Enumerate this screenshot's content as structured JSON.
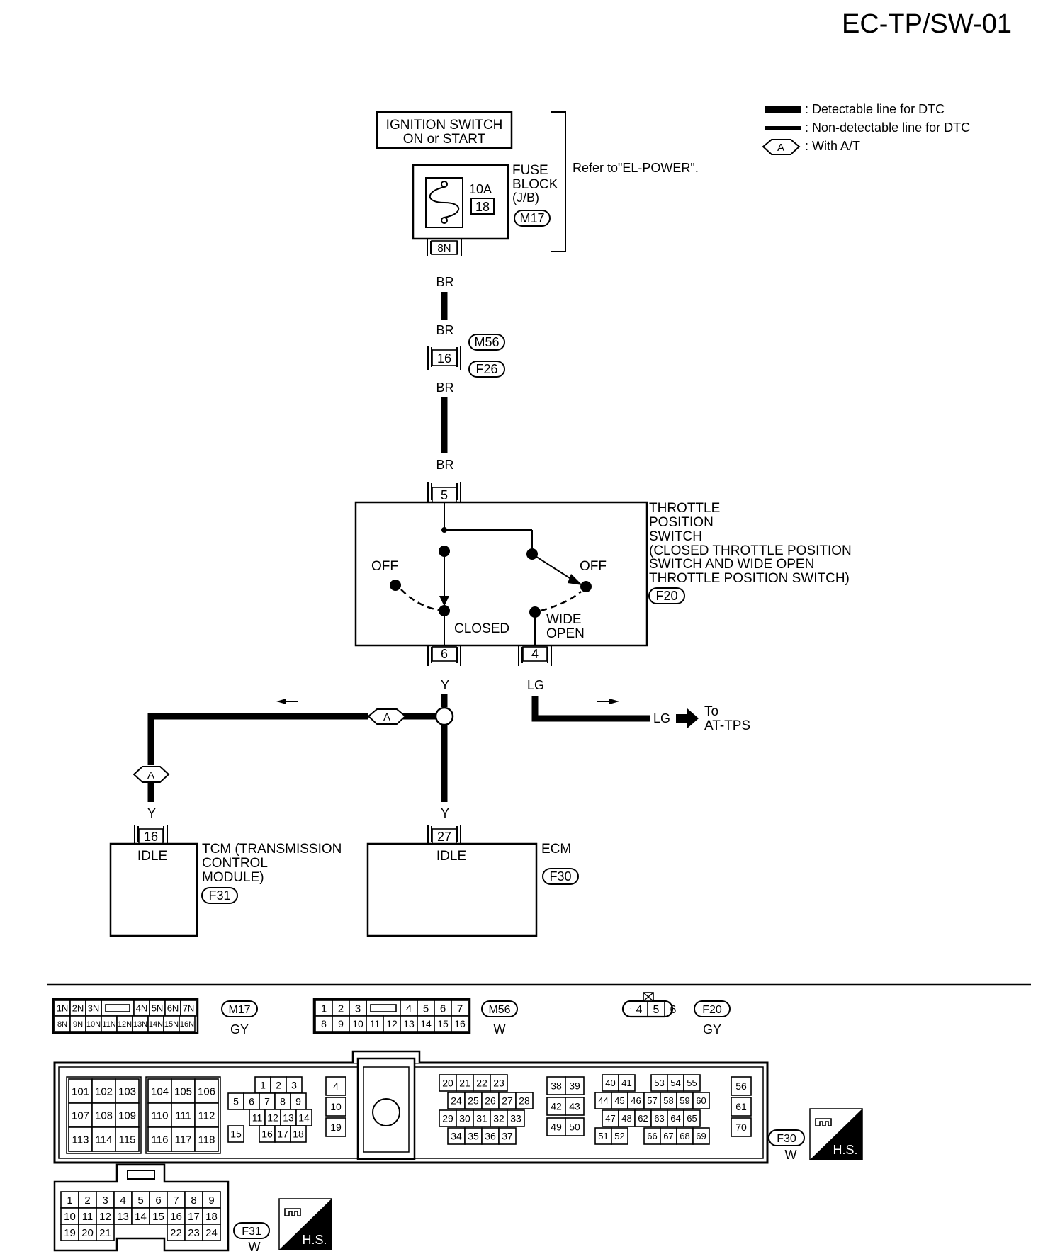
{
  "page_code": "EC-TP/SW-01",
  "legend": {
    "detectable": ": Detectable line for DTC",
    "non_detectable": ": Non-detectable line for DTC",
    "with_at_symbol": "A",
    "with_at": ": With A/T"
  },
  "ignition": {
    "line1": "IGNITION SWITCH",
    "line2": "ON or START"
  },
  "fuse": {
    "amp": "10A",
    "number": "18",
    "label1": "FUSE",
    "label2": "BLOCK",
    "label3": "(J/B)",
    "connector": "M17",
    "terminal": "8N"
  },
  "refer_note": "Refer to\"EL-POWER\".",
  "wires": {
    "br": "BR",
    "y": "Y",
    "lg": "LG"
  },
  "joint_connector": {
    "terminal": "16",
    "upper": "M56",
    "lower": "F26"
  },
  "tps": {
    "terminal_in": "5",
    "terminal_closed": "6",
    "terminal_wide": "4",
    "label_lines": [
      "THROTTLE",
      "POSITION",
      "SWITCH",
      "(CLOSED THROTTLE POSITION",
      "SWITCH AND WIDE OPEN",
      "THROTTLE POSITION SWITCH)"
    ],
    "connector": "F20",
    "off_left": "OFF",
    "off_right": "OFF",
    "closed": "CLOSED",
    "wide_1": "WIDE",
    "wide_2": "OPEN"
  },
  "at_tps": {
    "wire": "LG",
    "to": "To",
    "dest": "AT-TPS"
  },
  "option_symbol": "A",
  "tcm": {
    "terminal": "16",
    "pin_label": "IDLE",
    "label_lines": [
      "TCM (TRANSMISSION",
      "CONTROL",
      "MODULE)"
    ],
    "connector": "F31"
  },
  "ecm": {
    "terminal": "27",
    "pin_label": "IDLE",
    "label": "ECM",
    "connector": "F30"
  },
  "connectors": {
    "m17": {
      "id": "M17",
      "color": "GY",
      "row1": [
        "1N",
        "2N",
        "3N",
        "",
        "4N",
        "5N",
        "6N",
        "7N"
      ],
      "row2": [
        "8N",
        "9N",
        "10N",
        "11N",
        "12N",
        "13N",
        "14N",
        "15N",
        "16N"
      ]
    },
    "m56": {
      "id": "M56",
      "color": "W",
      "row1": [
        "1",
        "2",
        "3",
        "",
        "4",
        "5",
        "6",
        "7"
      ],
      "row2": [
        "8",
        "9",
        "10",
        "11",
        "12",
        "13",
        "14",
        "15",
        "16"
      ]
    },
    "f20": {
      "id": "F20",
      "color": "GY",
      "pins": [
        "4",
        "5",
        "6"
      ]
    },
    "f30": {
      "id": "F30",
      "color": "W",
      "hs": "H.S.",
      "block_a": [
        [
          "101",
          "102",
          "103"
        ],
        [
          "107",
          "108",
          "109"
        ],
        [
          "113",
          "114",
          "115"
        ]
      ],
      "block_b": [
        [
          "104",
          "105",
          "106"
        ],
        [
          "110",
          "111",
          "112"
        ],
        [
          "116",
          "117",
          "118"
        ]
      ],
      "block_c": [
        [
          "",
          "1",
          "2",
          "3"
        ],
        [
          "5",
          "6",
          "7",
          "8",
          "9"
        ],
        [
          "",
          "11",
          "12",
          "13",
          "14"
        ],
        [
          "15",
          "",
          "16",
          "17",
          "18"
        ]
      ],
      "block_d": [
        "4",
        "10",
        "19"
      ],
      "block_e": [
        [
          "20",
          "21",
          "22",
          "23"
        ],
        [
          "24",
          "25",
          "26",
          "27",
          "28"
        ],
        [
          "29",
          "30",
          "31",
          "32",
          "33"
        ],
        [
          "34",
          "35",
          "36",
          "37"
        ]
      ],
      "block_f": [
        [
          "38",
          "39"
        ],
        [
          "42",
          "43"
        ],
        [
          "49",
          "50"
        ]
      ],
      "block_g": [
        [
          "40",
          "41",
          "",
          "53",
          "54",
          "55"
        ],
        [
          "44",
          "45",
          "46",
          "57",
          "58",
          "59",
          "60"
        ],
        [
          "47",
          "48",
          "62",
          "63",
          "64",
          "65"
        ],
        [
          "51",
          "52",
          "",
          "66",
          "67",
          "68",
          "69"
        ]
      ],
      "block_h": [
        "56",
        "61",
        "70"
      ]
    },
    "f31": {
      "id": "F31",
      "color": "W",
      "hs": "H.S.",
      "row1": [
        "1",
        "2",
        "3",
        "4",
        "5",
        "6",
        "7",
        "8",
        "9"
      ],
      "row2": [
        "10",
        "11",
        "12",
        "13",
        "14",
        "15",
        "16",
        "17",
        "18"
      ],
      "row3": [
        "19",
        "20",
        "21",
        "",
        "",
        "",
        "22",
        "23",
        "24"
      ]
    }
  }
}
